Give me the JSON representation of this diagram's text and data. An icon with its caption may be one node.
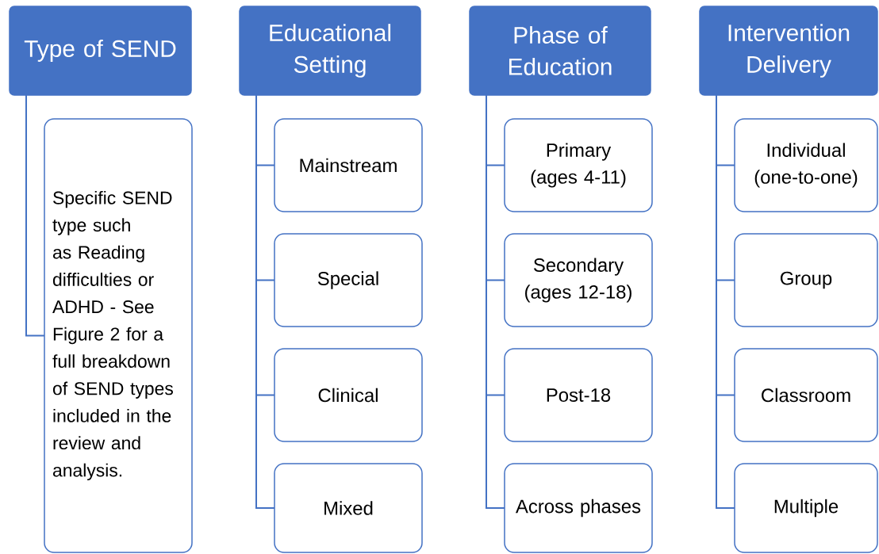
{
  "diagram": {
    "nodes": [
      {
        "text": [
          "Type of SEND"
        ]
      },
      {
        "text": [
          "Specific SEND type such as Reading difficulties or ADHD - See Figure 2 for a full breakdown of SEND types included in the review and analysis."
        ]
      },
      {
        "text": [
          "Educational Setting"
        ]
      },
      {
        "text": [
          "Mainstream"
        ]
      },
      {
        "text": [
          "Special"
        ]
      },
      {
        "text": [
          "Clinical"
        ]
      },
      {
        "text": [
          "Mixed"
        ]
      },
      {
        "text": [
          "Phase of Education"
        ]
      },
      {
        "text": [
          "Primary (ages 4-11)"
        ]
      },
      {
        "text": [
          "Secondary (ages 12-18)"
        ]
      },
      {
        "text": [
          "Post-18"
        ]
      },
      {
        "text": [
          "Across phases"
        ]
      },
      {
        "text": [
          "Intervention Delivery"
        ]
      },
      {
        "text": [
          "Individual (one-to-one)"
        ]
      },
      {
        "text": [
          "Group"
        ]
      },
      {
        "text": [
          "Classroom"
        ]
      },
      {
        "text": [
          "Multiple"
        ]
      }
    ],
    "edges": [
      {
        "from": 0,
        "to": 1,
        "arrow": "none"
      },
      {
        "from": 2,
        "to": 3,
        "arrow": "none"
      },
      {
        "from": 2,
        "to": 4,
        "arrow": "none"
      },
      {
        "from": 2,
        "to": 5,
        "arrow": "none"
      },
      {
        "from": 2,
        "to": 6,
        "arrow": "none"
      },
      {
        "from": 7,
        "to": 8,
        "arrow": "none"
      },
      {
        "from": 7,
        "to": 9,
        "arrow": "none"
      },
      {
        "from": 7,
        "to": 10,
        "arrow": "none"
      },
      {
        "from": 7,
        "to": 11,
        "arrow": "none"
      },
      {
        "from": 12,
        "to": 13,
        "arrow": "none"
      },
      {
        "from": 12,
        "to": 14,
        "arrow": "none"
      },
      {
        "from": 12,
        "to": 15,
        "arrow": "none"
      },
      {
        "from": 12,
        "to": 16,
        "arrow": "none"
      }
    ]
  }
}
